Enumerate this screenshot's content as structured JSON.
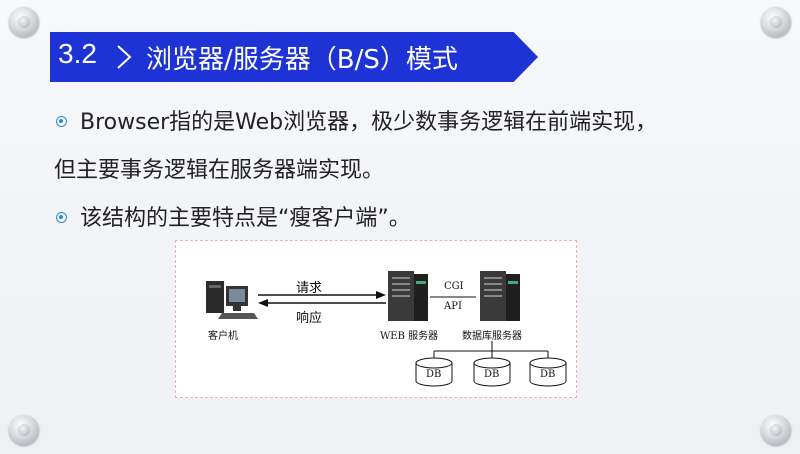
{
  "title": {
    "number": "3.2",
    "text": "浏览器/服务器（B/S）模式"
  },
  "bullets": [
    {
      "text": "Browser指的是Web浏览器，极少数事务逻辑在前端实现，",
      "bullet": true
    },
    {
      "text": "但主要事务逻辑在服务器端实现。",
      "bullet": false
    },
    {
      "text": "该结构的主要特点是“瘦客户端”。",
      "bullet": true
    }
  ],
  "diagram": {
    "client_label": "客户机",
    "request_label": "请求",
    "response_label": "响应",
    "web_server_label": "WEB 服务器",
    "cgi_label": "CGI",
    "api_label": "API",
    "db_server_label": "数据库服务器",
    "db_labels": [
      "DB",
      "DB",
      "DB"
    ]
  },
  "colors": {
    "title_bg": "#1e33d6",
    "bullet_accent": "#2f8cd0"
  }
}
